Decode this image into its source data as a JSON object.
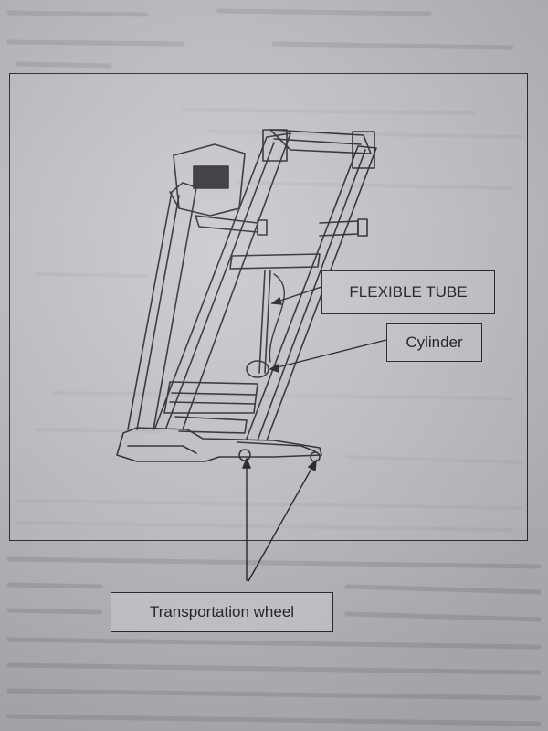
{
  "diagram": {
    "labels": {
      "flexible_tube": "FLEXIBLE TUBE",
      "cylinder": "Cylinder",
      "transportation_wheel": "Transportation wheel"
    }
  }
}
